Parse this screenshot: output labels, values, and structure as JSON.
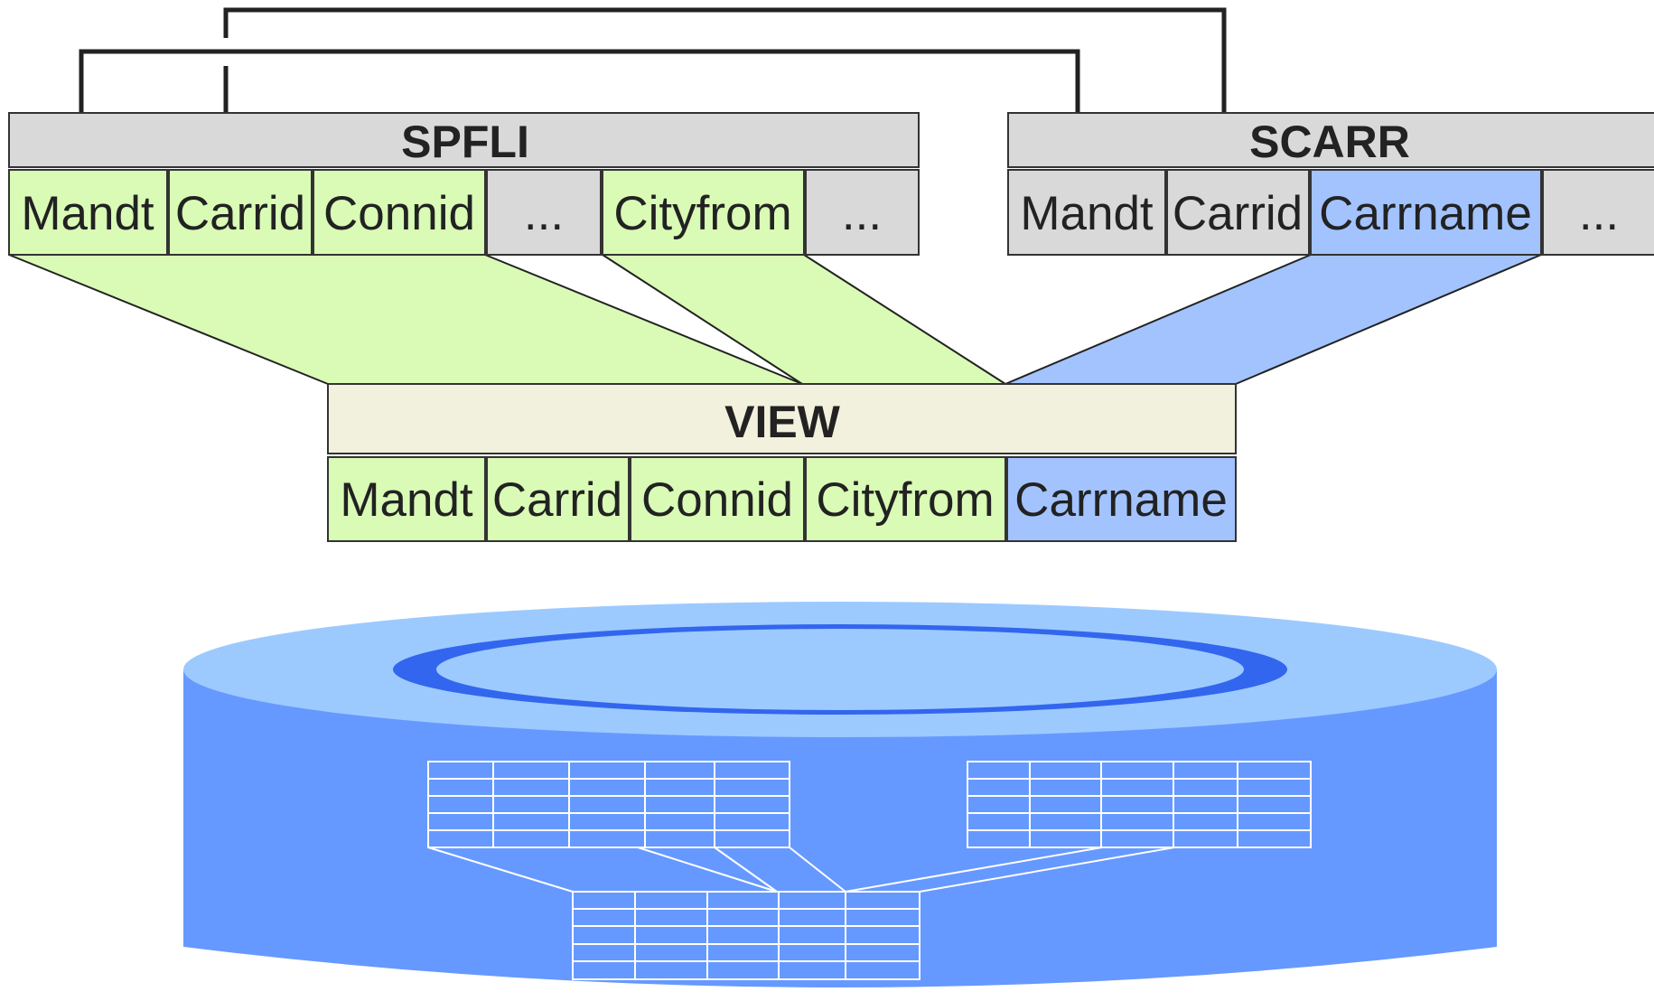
{
  "colors": {
    "header_gray": "#d9d9d9",
    "key_green": "#d9fbb6",
    "name_blue": "#a3c3ff",
    "view_header": "#f1f1dd",
    "disk_top": "#9ccaff",
    "disk_body": "#6699ff",
    "disk_ring": "#3366ee",
    "line": "#222222"
  },
  "tables": {
    "spfli": {
      "title": "SPFLI",
      "fields": [
        "Mandt",
        "Carrid",
        "Connid",
        "...",
        "Cityfrom",
        "..."
      ]
    },
    "scarr": {
      "title": "SCARR",
      "fields": [
        "Mandt",
        "Carrid",
        "Carrname",
        "..."
      ]
    },
    "view": {
      "title": "VIEW",
      "fields": [
        "Mandt",
        "Carrid",
        "Connid",
        "Cityfrom",
        "Carrname"
      ]
    }
  },
  "join_conditions": [
    {
      "left": "SPFLI.Mandt",
      "right": "SCARR.Mandt"
    },
    {
      "left": "SPFLI.Carrid",
      "right": "SCARR.Carrid"
    }
  ],
  "database_icon": "database-icon"
}
